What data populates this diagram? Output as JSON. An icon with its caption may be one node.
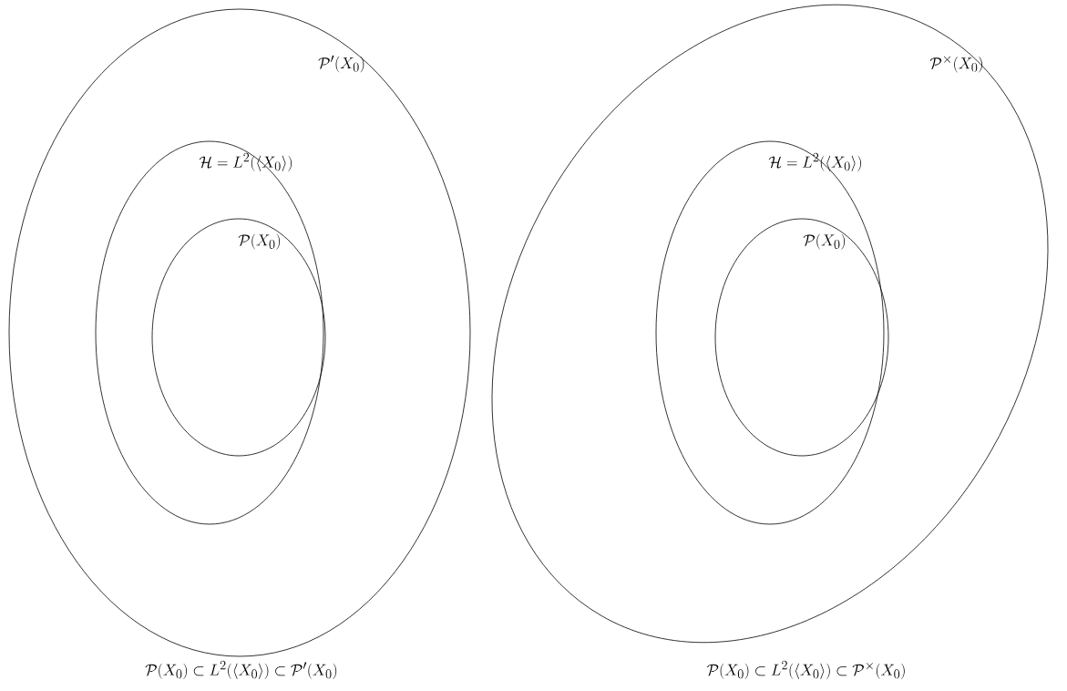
{
  "diagram": {
    "nodes": [
      {
        "text": [
          "\\mathcal{P}'(X_0)"
        ]
      },
      {
        "text": [
          "\\mathcal{H}=L^2(\\langle X_0\\rangle)"
        ],
        "in": 0
      },
      {
        "text": [
          "\\mathcal{P}(X_0)"
        ],
        "in": 1
      },
      {
        "text": [
          "\\mathcal{P}^{\\times}(X_0)"
        ]
      },
      {
        "text": [
          "\\mathcal{H}=L^2(\\langle X_0\\rangle)"
        ],
        "in": 3
      },
      {
        "text": [
          "\\mathcal{P}(X_0)"
        ],
        "in": 4
      }
    ],
    "labels": [
      "\\mathcal{P}(X_0)\\subset L^2(\\langle X_0\\rangle)\\subset \\mathcal{P}'(X_0)",
      "\\mathcal{P}(X_0)\\subset L^2(\\langle X_0\\rangle)\\subset \\mathcal{P}^{\\times}(X_0)"
    ]
  }
}
